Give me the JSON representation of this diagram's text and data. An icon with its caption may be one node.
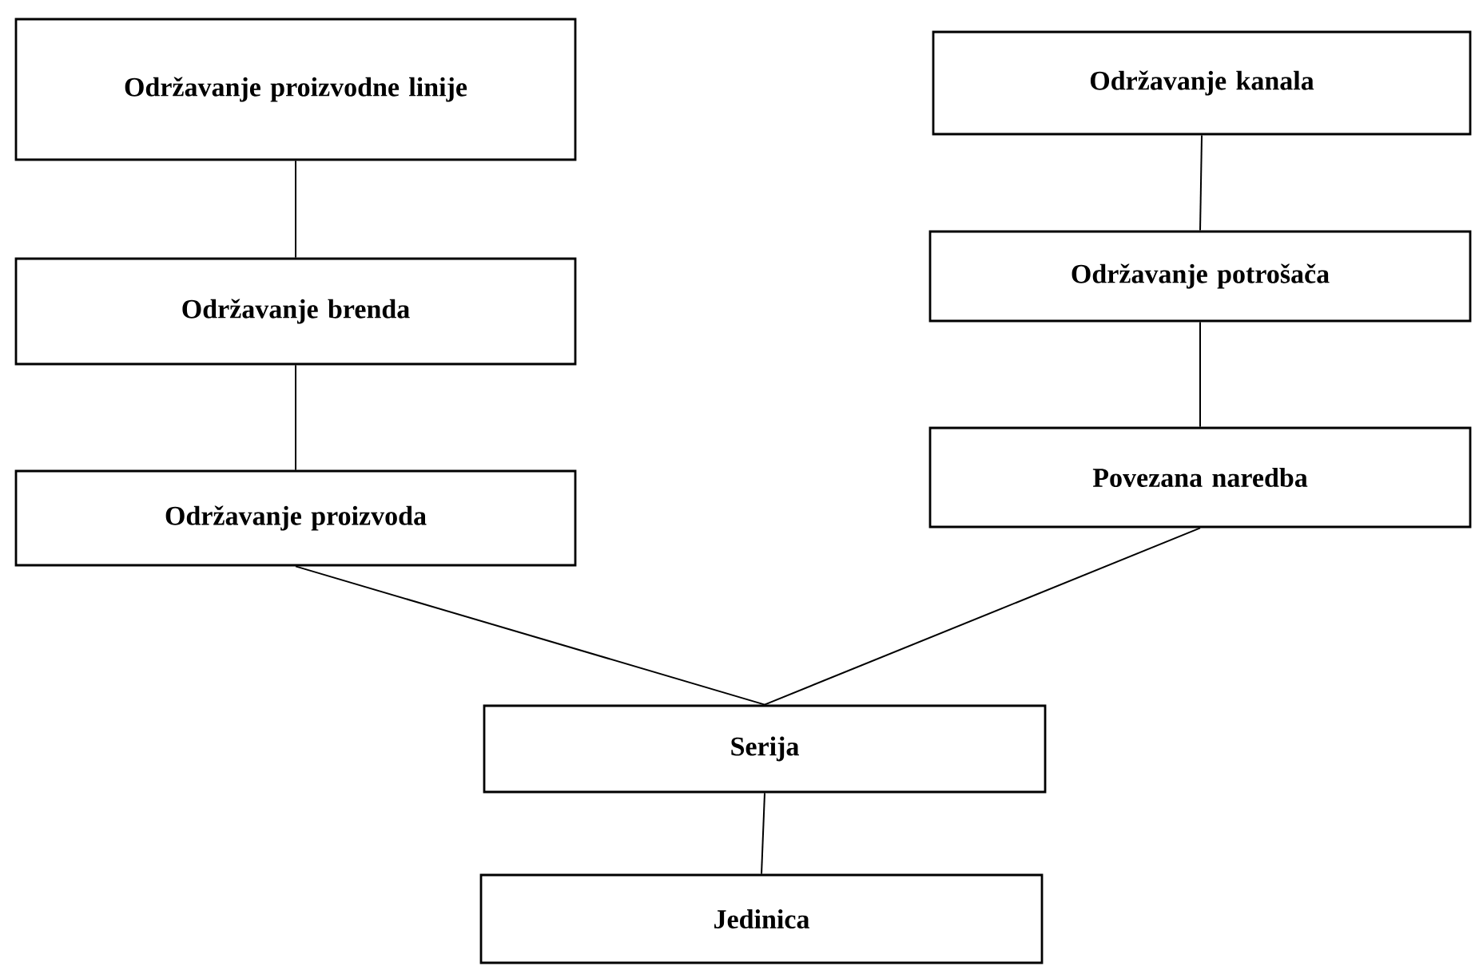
{
  "diagram": {
    "nodes": [
      {
        "text": [
          "Održavanje proizvodne linije"
        ]
      },
      {
        "text": [
          "Održavanje brenda"
        ]
      },
      {
        "text": [
          "Održavanje proizvoda"
        ]
      },
      {
        "text": [
          "Održavanje kanala"
        ]
      },
      {
        "text": [
          "Održavanje potrošača"
        ]
      },
      {
        "text": [
          "Povezana naredba"
        ]
      },
      {
        "text": [
          "Serija"
        ]
      },
      {
        "text": [
          "Jedinica"
        ]
      }
    ],
    "edges": [
      {
        "from": 0,
        "to": 1,
        "arrow": "none"
      },
      {
        "from": 1,
        "to": 2,
        "arrow": "none"
      },
      {
        "from": 3,
        "to": 4,
        "arrow": "none"
      },
      {
        "from": 4,
        "to": 5,
        "arrow": "none"
      },
      {
        "from": 2,
        "to": 6,
        "arrow": "none"
      },
      {
        "from": 5,
        "to": 6,
        "arrow": "none"
      },
      {
        "from": 6,
        "to": 7,
        "arrow": "none"
      }
    ]
  }
}
